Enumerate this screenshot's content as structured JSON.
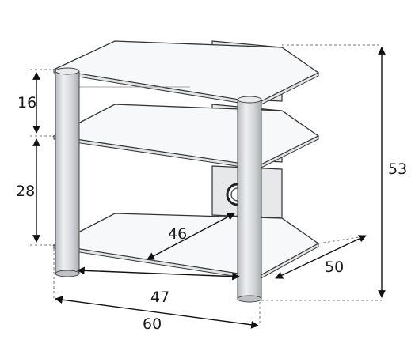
{
  "diagram": {
    "dimensions": {
      "shelf_gap_top": "16",
      "shelf_gap_bottom": "28",
      "total_height": "53",
      "inner_depth": "46",
      "outer_depth": "50",
      "inner_width": "47",
      "outer_width": "60"
    },
    "colors": {
      "outline": "#333333",
      "dimension": "#111111",
      "glass": "#f4f6f7",
      "pillar": "#d9dcde",
      "panel": "#e3e5e7"
    }
  }
}
